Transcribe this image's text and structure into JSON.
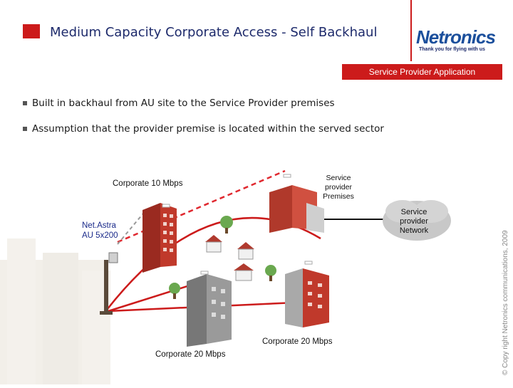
{
  "header": {
    "title": "Medium Capacity Corporate Access - Self Backhaul",
    "logo_text": "Netronics",
    "logo_tagline": "Thank you for flying with us",
    "banner": "Service Provider Application"
  },
  "bullets": [
    "Built in backhaul from AU site to the Service Provider  premises",
    "Assumption that the provider premise is located within the served sector"
  ],
  "diagram": {
    "corporate_10": "Corporate 10 Mbps",
    "service_provider_premises": [
      "Service",
      "provider",
      "Premises"
    ],
    "service_provider_network": [
      "Service",
      "provider",
      "Network"
    ],
    "au_label": [
      "Net.Astra",
      "AU 5x200"
    ],
    "corporate_20_right": "Corporate 20 Mbps",
    "corporate_20_left": "Corporate 20 Mbps"
  },
  "footer": {
    "copyright": "© Copy right Netronics communications, 2009"
  },
  "colors": {
    "accent_red": "#cc1b1b",
    "title_blue": "#1d2a6b",
    "logo_blue": "#1b4f9c"
  }
}
